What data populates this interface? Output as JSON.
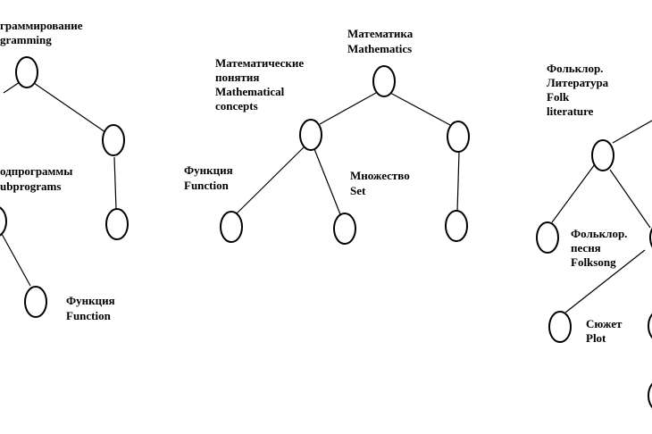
{
  "labels": {
    "prog_ru": "граммирование",
    "prog_en": "gramming",
    "subprog_ru": "одпрограммы",
    "subprog_en": "ubprograms",
    "func1_ru": "Функция",
    "func1_en": "Function",
    "math_ru": "Математика",
    "math_en": "Mathematics",
    "mathconc_ru_1": "Математические",
    "mathconc_ru_2": "понятия",
    "mathconc_en_1": "Mathematical",
    "mathconc_en_2": "concepts",
    "func2_ru": "Функция",
    "func2_en": "Function",
    "set_ru": "Множество",
    "set_en": "Set",
    "folklit_ru_1": "Фольклор.",
    "folklit_ru_2": "Литература",
    "folklit_en_1": "Folk",
    "folklit_en_2": "literature",
    "folksong_ru_1": "Фольклор.",
    "folksong_ru_2": "песня",
    "folksong_en": "Folksong",
    "plot_ru": "Сюжет",
    "plot_en": "Plot"
  },
  "colors": {
    "stroke": "#000000",
    "background": "#ffffff"
  }
}
